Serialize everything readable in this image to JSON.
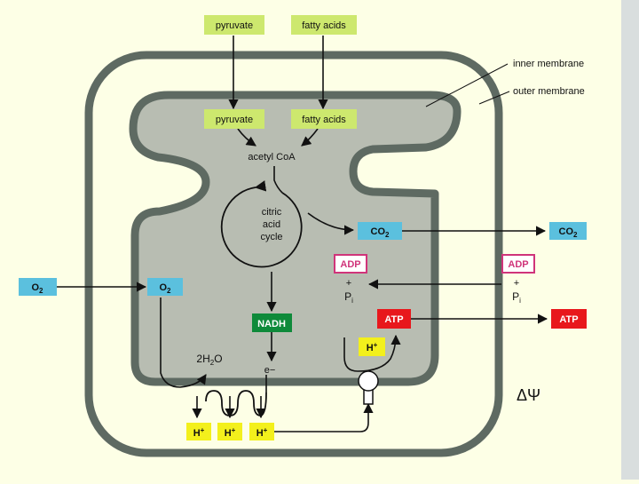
{
  "colors": {
    "background": "#fdffe6",
    "membrane": "#5e6a62",
    "matrix": "#b8bdb2",
    "substrate_box": "#cde86e",
    "co2_box": "#5bc0de",
    "o2_box": "#5bc0de",
    "adp_border": "#d0347a",
    "atp_box": "#e8171c",
    "nadh_box": "#0e8a3a",
    "proton_box": "#f3f01c"
  },
  "substrates": {
    "cytosol_pyruvate": "pyruvate",
    "cytosol_fatty_acids": "fatty acids",
    "matrix_pyruvate": "pyruvate",
    "matrix_fatty_acids": "fatty acids"
  },
  "acetyl_coa": "acetyl CoA",
  "cycle": {
    "line1": "citric",
    "line2": "acid",
    "line3": "cycle"
  },
  "co2": {
    "main": "CO",
    "sub": "2"
  },
  "o2": {
    "main": "O",
    "sub": "2"
  },
  "adp": "ADP",
  "plus": "+",
  "pi": {
    "main": "P",
    "sub": "i"
  },
  "atp": "ATP",
  "nadh": "NADH",
  "proton": {
    "main": "H",
    "sup": "+"
  },
  "electron": "e−",
  "water": {
    "coef": "2H",
    "sub": "2",
    "tail": "O"
  },
  "membrane_labels": {
    "inner": "inner membrane",
    "outer": "outer membrane"
  },
  "delta_psi": "ΔΨ"
}
